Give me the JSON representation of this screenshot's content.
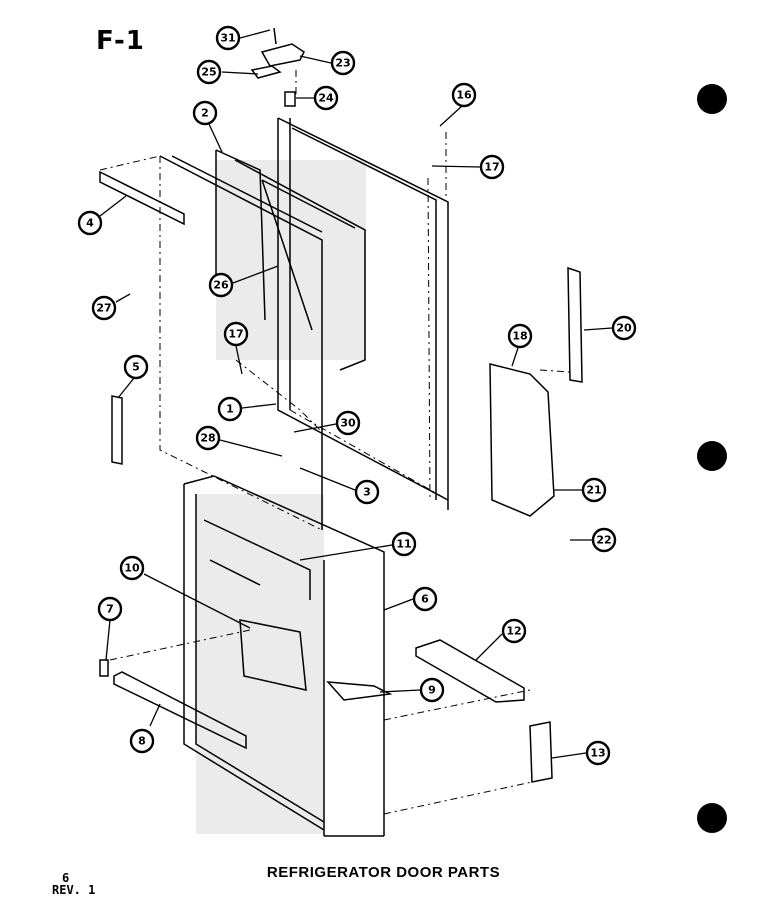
{
  "figure_id": "F-1",
  "caption": "REFRIGERATOR DOOR PARTS",
  "page_number": "6",
  "revision": "REV. 1",
  "callouts": [
    {
      "label": "31"
    },
    {
      "label": "23"
    },
    {
      "label": "25"
    },
    {
      "label": "24"
    },
    {
      "label": "2"
    },
    {
      "label": "16"
    },
    {
      "label": "17"
    },
    {
      "label": "4"
    },
    {
      "label": "26"
    },
    {
      "label": "27"
    },
    {
      "label": "17"
    },
    {
      "label": "20"
    },
    {
      "label": "18"
    },
    {
      "label": "5"
    },
    {
      "label": "1"
    },
    {
      "label": "30"
    },
    {
      "label": "28"
    },
    {
      "label": "3"
    },
    {
      "label": "21"
    },
    {
      "label": "22"
    },
    {
      "label": "11"
    },
    {
      "label": "10"
    },
    {
      "label": "6"
    },
    {
      "label": "12"
    },
    {
      "label": "7"
    },
    {
      "label": "9"
    },
    {
      "label": "8"
    },
    {
      "label": "13"
    }
  ]
}
